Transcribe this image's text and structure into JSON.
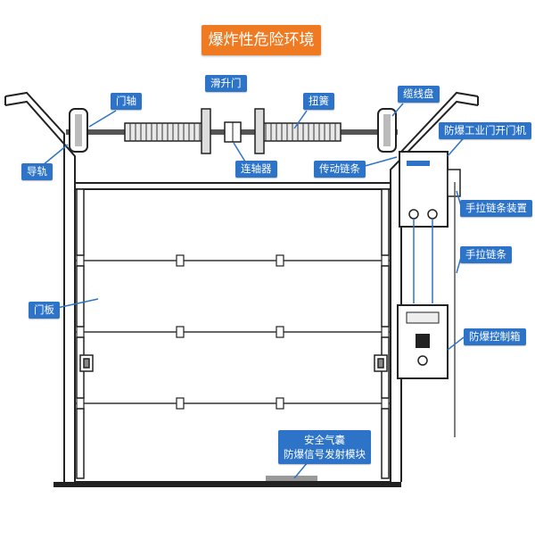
{
  "title": "爆炸性危险环境",
  "colors": {
    "title_bg": "#f07a22",
    "label_bg": "#2d74c8",
    "line": "#222222"
  },
  "labels": {
    "slide_door": "滑升门",
    "door_shaft": "门轴",
    "torsion_spring": "扭簧",
    "cable_drum": "缆线盘",
    "guide_rail": "导轨",
    "coupling": "连轴器",
    "drive_chain": "传动链条",
    "door_opener": "防爆工业门开门机",
    "hand_chain_device": "手拉链条装置",
    "hand_chain": "手拉链条",
    "door_panel": "门板",
    "control_box": "防爆控制箱",
    "airbag_line1": "安全气囊",
    "airbag_line2": "防爆信号发射模块"
  }
}
